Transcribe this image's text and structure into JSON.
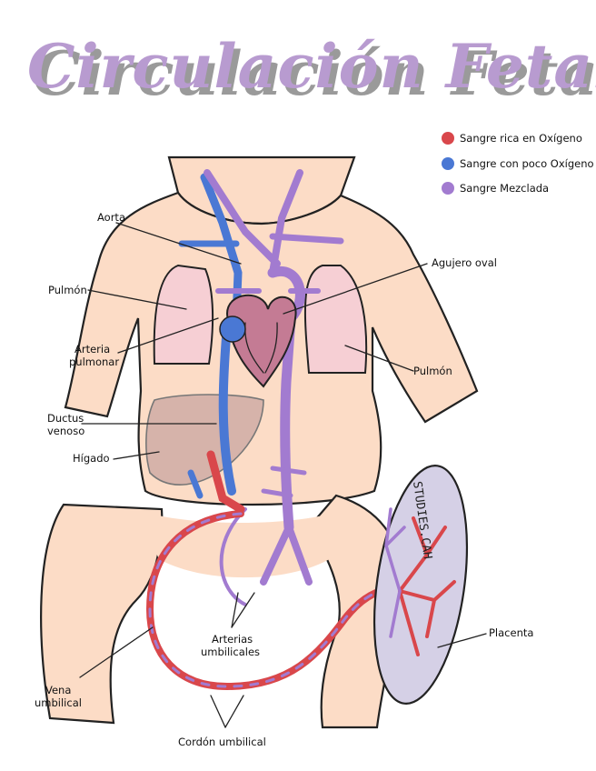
{
  "title": "Circulación Fetal",
  "legend": [
    {
      "label": "Sangre rica en Oxígeno",
      "color": "#d9474b"
    },
    {
      "label": "Sangre con poco Oxígeno",
      "color": "#4a78d4"
    },
    {
      "label": "Sangre Mezclada",
      "color": "#a27bd0"
    }
  ],
  "labels": {
    "aorta": "Aorta",
    "pulmon_left": "Pulmón",
    "arteria_pulmonar_1": "Arteria",
    "arteria_pulmonar_2": "pulmonar",
    "ductus_1": "Ductus",
    "ductus_2": "venoso",
    "higado": "Hígado",
    "agujero_oval": "Agujero oval",
    "pulmon_right": "Pulmón",
    "placenta": "Placenta",
    "arterias_umb_1": "Arterias",
    "arterias_umb_2": "umbilicales",
    "vena_umb_1": "Vena",
    "vena_umb_2": "umbilical",
    "cordon": "Cordón umbilical"
  },
  "watermark": "STUDIES.CAH",
  "colors": {
    "skin": "#fcdcc6",
    "lung": "#f6cfd4",
    "heart": "#c47b94",
    "liver": "#c9a6a0",
    "placenta": "#d5d0e6",
    "title": "#b89bd0"
  }
}
